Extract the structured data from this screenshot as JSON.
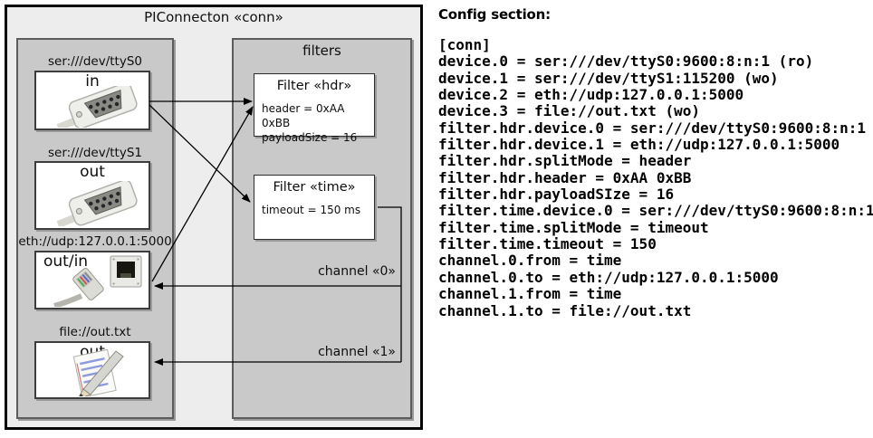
{
  "diagram": {
    "title": "PIConnecton «conn»",
    "filters_title": "filters",
    "devices": [
      {
        "uri": "ser:///dev/ttyS0",
        "direction": "in",
        "icon": "serial-db9-icon"
      },
      {
        "uri": "ser:///dev/ttyS1",
        "direction": "out",
        "icon": "serial-db9-icon"
      },
      {
        "uri": "eth://udp:127.0.0.1:5000",
        "direction": "out/in",
        "icon": "ethernet-rj45-icon"
      },
      {
        "uri": "file://out.txt",
        "direction": "out",
        "icon": "text-document-icon"
      }
    ],
    "filters": [
      {
        "title": "Filter «hdr»",
        "attributes": [
          "header = 0xAA 0xBB",
          "payloadSize = 16"
        ]
      },
      {
        "title": "Filter «time»",
        "attributes": [
          "timeout = 150 ms"
        ]
      }
    ],
    "channels": [
      {
        "label": "channel «0»"
      },
      {
        "label": "channel «1»"
      }
    ]
  },
  "config": {
    "heading": "Config section:",
    "lines": [
      "[conn]",
      "device.0 = ser:///dev/ttyS0:9600:8:n:1 (ro)",
      "device.1 = ser:///dev/ttyS1:115200 (wo)",
      "device.2 = eth://udp:127.0.0.1:5000",
      "device.3 = file://out.txt (wo)",
      "filter.hdr.device.0 = ser:///dev/ttyS0:9600:8:n:1",
      "filter.hdr.device.1 = eth://udp:127.0.0.1:5000",
      "filter.hdr.splitMode = header",
      "filter.hdr.header = 0xAA 0xBB",
      "filter.hdr.payloadSIze = 16",
      "filter.time.device.0 = ser:///dev/ttyS0:9600:8:n:1",
      "filter.time.splitMode = timeout",
      "filter.time.timeout = 150",
      "channel.0.from = time",
      "channel.0.to = eth://udp:127.0.0.1:5000",
      "channel.1.from = time",
      "channel.1.to = file://out.txt"
    ]
  },
  "colors": {
    "outer_fill": "#ededed",
    "panel_fill": "#c9c9c9",
    "box_fill": "#ffffff",
    "line": "#000000"
  }
}
